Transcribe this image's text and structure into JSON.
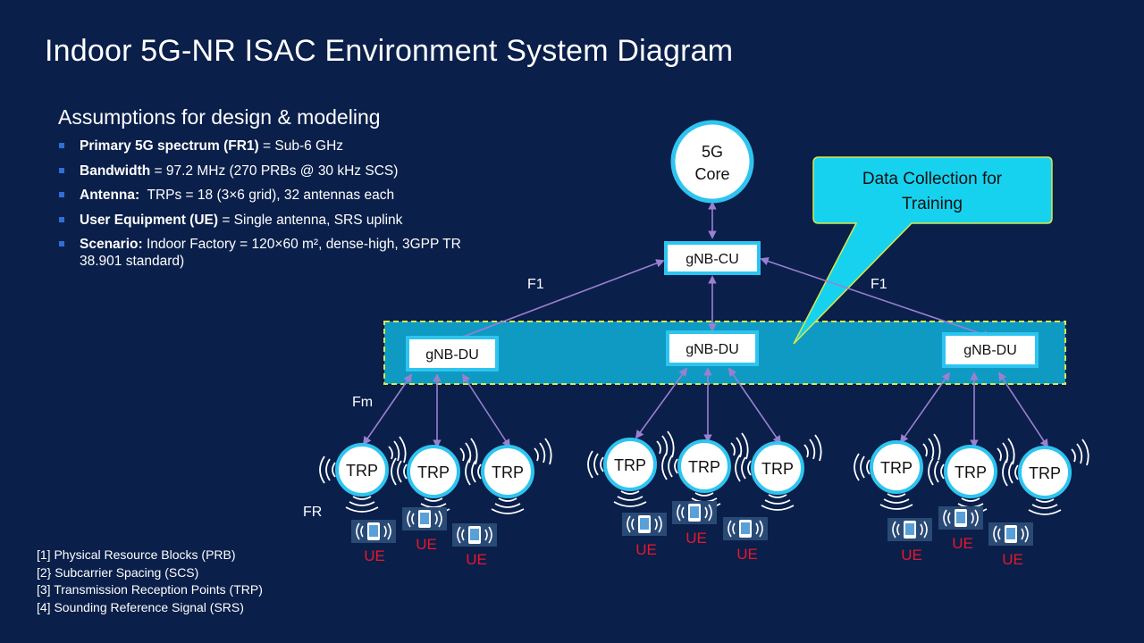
{
  "title": "Indoor 5G-NR ISAC Environment System Diagram",
  "assumptions": {
    "heading": "Assumptions for design & modeling",
    "items": [
      {
        "label": "Primary 5G spectrum (FR1)",
        "text": " = Sub-6 GHz"
      },
      {
        "label": "Bandwidth",
        "text": " = 97.2 MHz (270 PRBs @ 30 kHz SCS)"
      },
      {
        "label": "Antenna:",
        "text": "  TRPs = 18 (3×6 grid), 32 antennas each"
      },
      {
        "label": "User Equipment (UE)",
        "text": " = Single antenna, SRS uplink"
      },
      {
        "label": "Scenario:",
        "text": " Indoor Factory = 120×60 m², dense-high, 3GPP TR 38.901 standard)"
      }
    ]
  },
  "footnotes": [
    "[1] Physical Resource Blocks (PRB)",
    "[2} Subcarrier Spacing (SCS)",
    "[3] Transmission Reception Points (TRP)",
    "[4] Sounding Reference Signal (SRS)"
  ],
  "diagram": {
    "core": {
      "line1": "5G",
      "line2": "Core"
    },
    "cu_label": "gNB-CU",
    "du_label": "gNB-DU",
    "trp_label": "TRP",
    "ue_label": "UE",
    "callout": {
      "line1": "Data Collection for",
      "line2": "Training"
    },
    "interface_labels": {
      "f1_left": "F1",
      "f1_right": "F1",
      "fm": "Fm",
      "fr": "FR"
    }
  },
  "colors": {
    "background": "#0a1f4a",
    "link_purple": "#9b7fd0",
    "node_border": "#2ec4f0",
    "du_band": "#0e9ac2",
    "du_band_border": "#d8e84a",
    "callout_fill": "#17d2ef",
    "ue_red": "#e8172c"
  }
}
